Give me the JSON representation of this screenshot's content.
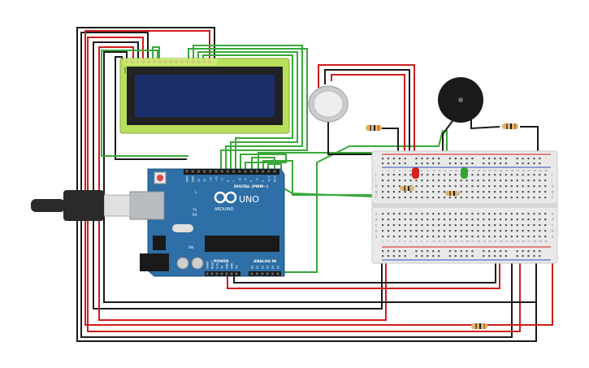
{
  "arduino": {
    "brand": "ARDUINO",
    "model": "UNO",
    "digital_label": "DIGITAL (PWM~)",
    "power_label": "POWER",
    "analog_label": "ANALOG IN",
    "tx": "TX",
    "rx": "RX",
    "l": "L",
    "on": "ON",
    "digital_pins": [
      "AREF",
      "GND",
      "13",
      "12",
      "~11",
      "~10",
      "~9",
      "8",
      "7",
      "~6",
      "~5",
      "4",
      "~3",
      "2",
      "TX 1",
      "RX 0"
    ],
    "power_pins": [
      "IOREF",
      "RESET",
      "3.3V",
      "5V",
      "GND",
      "GND",
      "Vin"
    ],
    "analog_pins": [
      "A0",
      "A1",
      "A2",
      "A3",
      "A4",
      "A5"
    ]
  },
  "lcd": {
    "pin_labels": [
      "GND",
      "VCC",
      "V0",
      "RS",
      "RW",
      "E",
      "DB0",
      "DB1",
      "DB2",
      "DB3",
      "DB4",
      "DB5",
      "DB6",
      "DB7",
      "LED",
      "LED"
    ]
  },
  "breadboard": {
    "row_letters_top": [
      "j",
      "i",
      "h",
      "g",
      "f"
    ],
    "row_letters_bottom": [
      "e",
      "d",
      "c",
      "b",
      "a"
    ],
    "column_numbers": [
      "1",
      "2",
      "3",
      "4",
      "5",
      "6",
      "7",
      "8",
      "9",
      "10",
      "11",
      "12",
      "13",
      "14",
      "15",
      "16",
      "17",
      "18",
      "19",
      "20",
      "21",
      "22",
      "23",
      "24",
      "25",
      "26",
      "27",
      "28",
      "29",
      "30"
    ]
  },
  "colors": {
    "wire_red": "#d01c1c",
    "wire_black": "#1a1a1a",
    "wire_green": "#3aa83a",
    "arduino_blue": "#2d6fa6",
    "lcd_green": "#b9e05a",
    "lcd_screen": "#1a2f6b",
    "breadboard": "#e9e9e9",
    "led_red": "#d02020",
    "led_green": "#2fa52f"
  }
}
